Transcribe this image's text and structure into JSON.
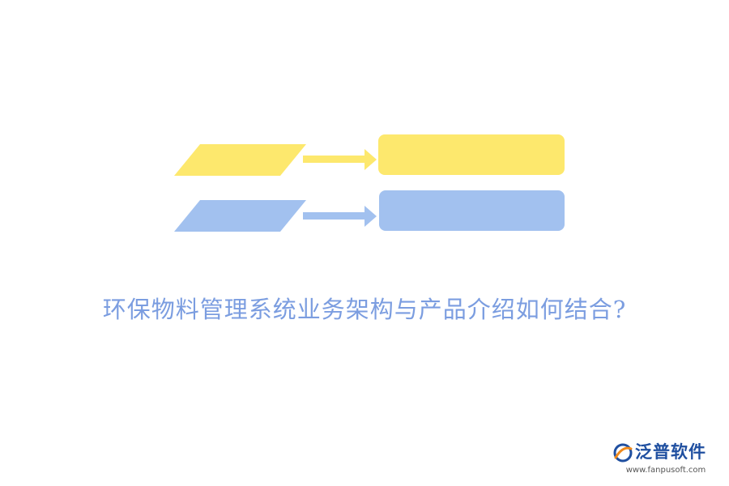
{
  "diagram": {
    "rows": [
      {
        "input_color": "#fde86d",
        "output_color": "#fde86d",
        "arrow_color": "#fde86d",
        "label": ""
      },
      {
        "input_color": "#a2c1ef",
        "output_color": "#a2c1ef",
        "arrow_color": "#a2c1ef",
        "label": ""
      }
    ]
  },
  "caption": {
    "text": "环保物料管理系统业务架构与产品介绍如何结合?",
    "color": "#7b9de0"
  },
  "logo": {
    "name": "泛普软件",
    "url": "www.fanpusoft.com",
    "name_color": "#1f4fa0",
    "url_color": "#555555",
    "mark_color_primary": "#1f4fa0",
    "mark_color_accent": "#f08a1c"
  }
}
